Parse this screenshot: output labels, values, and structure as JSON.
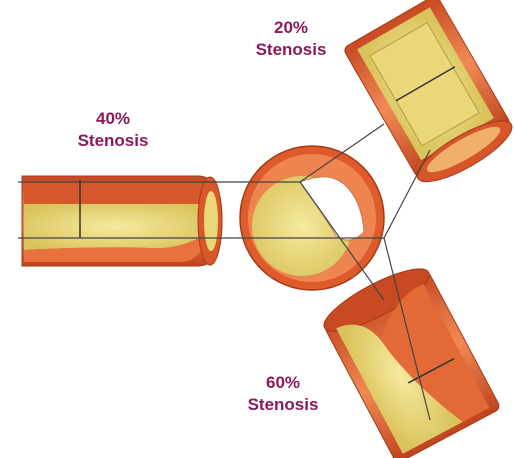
{
  "labels": {
    "stenosis_20": {
      "percent": "20%",
      "word": "Stenosis"
    },
    "stenosis_40": {
      "percent": "40%",
      "word": "Stenosis"
    },
    "stenosis_60": {
      "percent": "60%",
      "word": "Stenosis"
    }
  },
  "colors": {
    "label_text": "#8a1a5c",
    "vessel_wall": "#e0622f",
    "vessel_wall_dark": "#b9421c",
    "vessel_wall_light": "#f08a55",
    "plaque": "#e9d77a",
    "plaque_light": "#f3e69c",
    "guide_line": "#444444"
  }
}
